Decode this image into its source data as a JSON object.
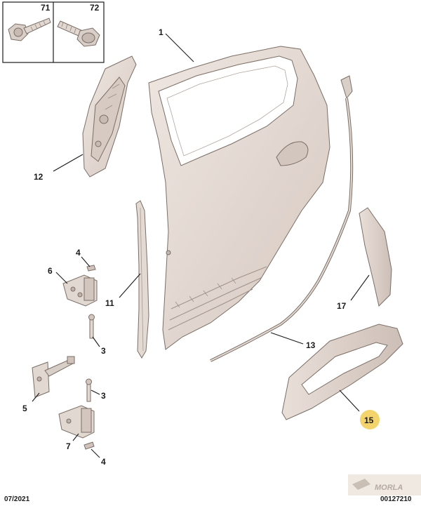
{
  "callouts": {
    "c1": "1",
    "c3a": "3",
    "c3b": "3",
    "c4a": "4",
    "c4b": "4",
    "c5": "5",
    "c6": "6",
    "c7": "7",
    "c11": "11",
    "c12": "12",
    "c13": "13",
    "c15": "15",
    "c17": "17",
    "c71": "71",
    "c72": "72"
  },
  "footer": {
    "date": "07/2021",
    "doc_number": "00127210",
    "watermark": "MORLA"
  },
  "colors": {
    "part_fill": "#e6dcd6",
    "part_shade": "#cfc3bb",
    "highlight_badge": "#f3d36b",
    "line": "#1a1a1a"
  }
}
